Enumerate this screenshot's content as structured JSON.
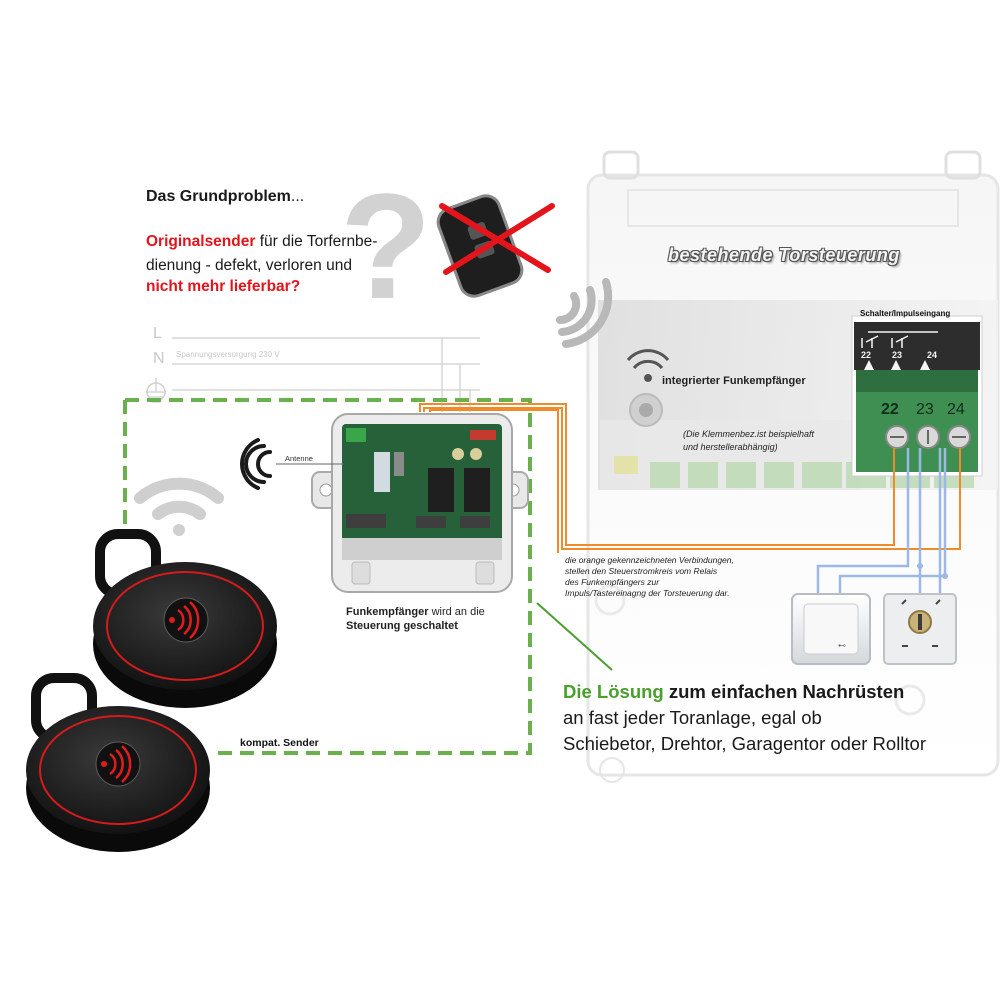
{
  "intro": {
    "title": "Das Grundproblem",
    "title_suffix": "...",
    "line1_red": "Originalsender",
    "line1_rest": " für die Torfernbe-",
    "line2": "dienung - defekt, verloren und",
    "line3_red": "nicht mehr lieferbar?"
  },
  "supply": {
    "L": "L",
    "N": "N",
    "text": "Spannungsversorgung 230 V"
  },
  "controller": {
    "title": "bestehende Torsteuerung",
    "integrated_receiver": "integrierter Funkempfänger",
    "note_line1": "(Die Klemmenbez.ist beispielhaft",
    "note_line2": "und herstellerabhängig)",
    "switch_header": "Schalter/Impulseingang",
    "terminals": [
      "22",
      "23",
      "24"
    ]
  },
  "receiver": {
    "antenna_label": "Antenne",
    "caption_bold": "Funkempfänger",
    "caption_rest": " wird an die",
    "caption_line2": "Steuerung geschaltet"
  },
  "orange_note": {
    "line1": "die orange gekennzeichneten Verbindungen,",
    "line2": "stellen den Steuerstromkreis vom Relais",
    "line3": "des Funkempfängers zur",
    "line4": "Impuls/Tastereinagng der Torsteuerung dar."
  },
  "sender_label": "kompat. Sender",
  "solution": {
    "green": "Die Lösung",
    "bold_rest": " zum einfachen Nachrüsten",
    "line2": "an fast jeder Toranlage, egal ob",
    "line3": "Schiebetor, Drehtor, Garagentor oder Rolltor"
  },
  "colors": {
    "accent_red": "#e3141b",
    "solution_green": "#4aa02c",
    "dash_green": "#6ab04c",
    "wire_orange": "#f08a2a",
    "wire_blue": "#9cb8e6"
  }
}
